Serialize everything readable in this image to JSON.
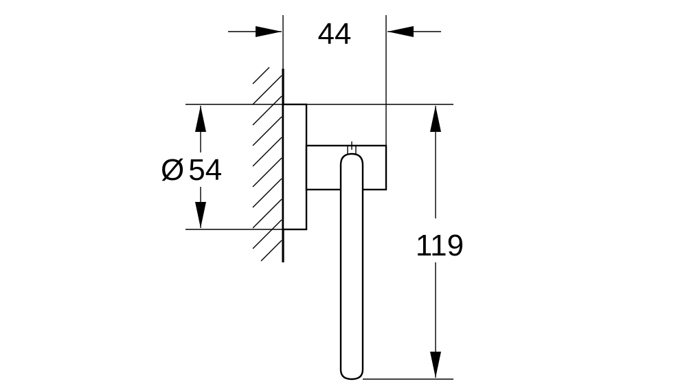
{
  "dimensions": {
    "depth": "44",
    "diameter_symbol": "Ø",
    "diameter": "54",
    "height": "119"
  }
}
